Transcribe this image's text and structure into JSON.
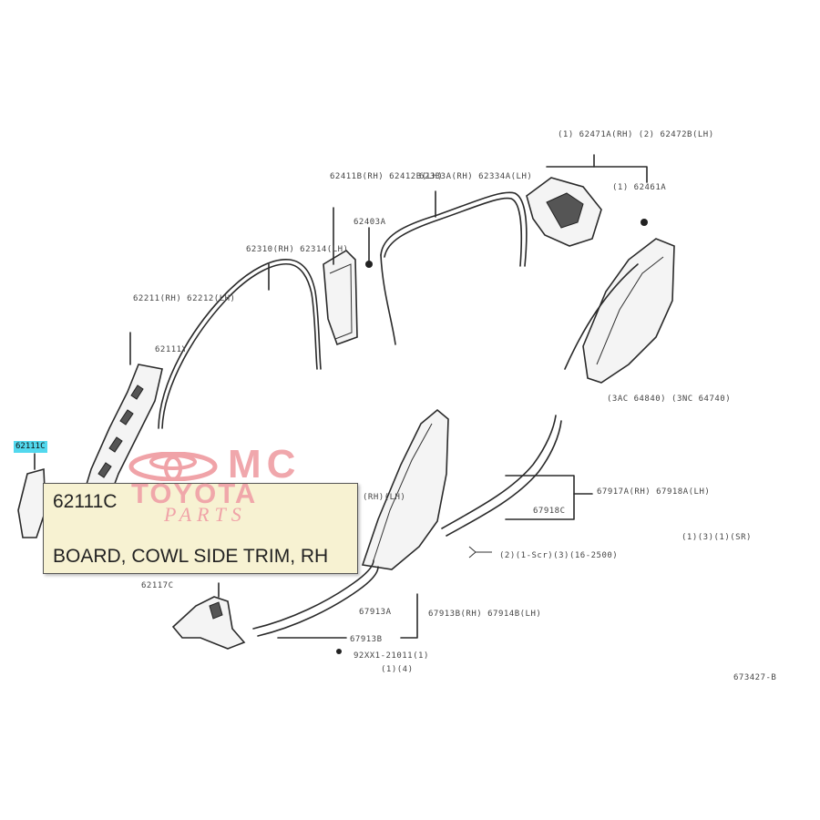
{
  "highlight": {
    "code": "62111C"
  },
  "tooltip": {
    "code": "62111C",
    "name": "BOARD, COWL SIDE TRIM, RH"
  },
  "watermark": {
    "line1": "MC",
    "line2": "TOYOTA",
    "line3": "PARTS",
    "color": "#f0a3a8"
  },
  "labels": {
    "front_pillar_garnish": "62211(RH) 62212(LH)",
    "clip_upper": "62111Y",
    "door_weatherstrip_front": "62310(RH) 62314(LH)",
    "center_pillar_garnish": "62411B(RH) 62412B(LH)",
    "clip_center": "62403A",
    "roof_weatherstrip": "62333A(RH) 62334A(LH)",
    "quarter_trim_upper": "(1) 62471A(RH) (2) 62472B(LH)",
    "clip_quarter": "(1) 62461A",
    "rear_pillar_note": "(3AC 64840) (3NC 64740)",
    "scuff_plate_rear": "67917A(RH) 67918A(LH)",
    "clip_scuff_rear": "67918C",
    "bracket_note": "(1)(3)(1)(SR)",
    "bolt_note": "(2)(1-Scr)(3)(16-2500)",
    "cowl_clip": "62117C",
    "scuff_plate_front": "67913A",
    "scuff_plate_front_pair": "67913B(RH) 67914B(LH)",
    "clip_scuff_front": "67913B",
    "screw_note": "92XX1-21011(1)",
    "screw_note2": "(1)(4)",
    "mid_label": "(RH)(LH)",
    "diagram_id": "673427-B"
  },
  "colors": {
    "highlight": "#52d8ee",
    "tooltip_bg": "#f7f2d2"
  }
}
